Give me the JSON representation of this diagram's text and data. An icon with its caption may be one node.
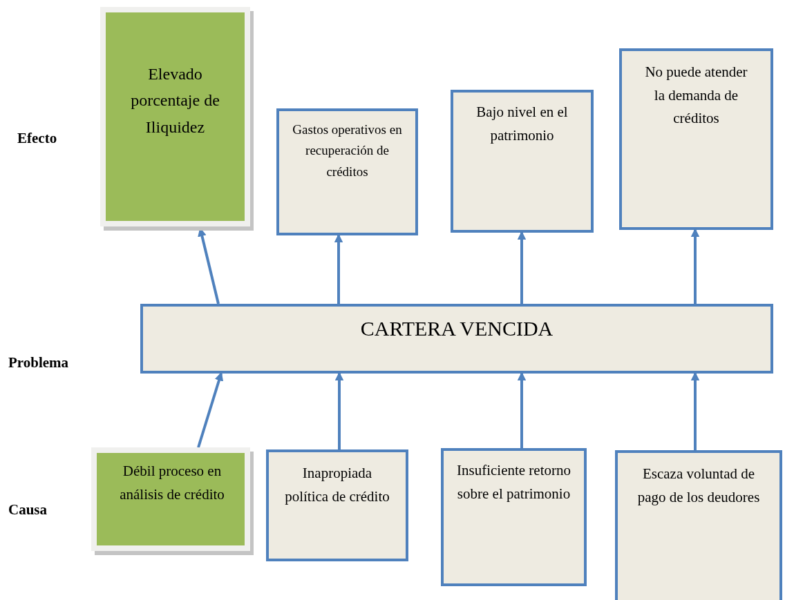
{
  "diagram": {
    "nodes": [
      {
        "text": [
          "Elevado porcentaje de Iliquidez"
        ]
      },
      {
        "text": [
          "Gastos operativos en recuperación de créditos"
        ]
      },
      {
        "text": [
          "Bajo nivel en el patrimonio"
        ]
      },
      {
        "text": [
          "No puede atender la demanda de créditos"
        ]
      },
      {
        "text": [
          "CARTERA VENCIDA"
        ]
      },
      {
        "text": [
          "Débil proceso en análisis de crédito"
        ]
      },
      {
        "text": [
          "Inapropiada política de crédito"
        ]
      },
      {
        "text": [
          "Insuficiente retorno sobre el patrimonio"
        ]
      },
      {
        "text": [
          "Escaza voluntad de pago de los deudores"
        ]
      }
    ],
    "edges": [
      {
        "from": 4,
        "to": 0,
        "arrow": "to"
      },
      {
        "from": 4,
        "to": 1,
        "arrow": "to"
      },
      {
        "from": 4,
        "to": 2,
        "arrow": "to"
      },
      {
        "from": 4,
        "to": 3,
        "arrow": "to"
      },
      {
        "from": 5,
        "to": 4,
        "arrow": "to"
      },
      {
        "from": 6,
        "to": 4,
        "arrow": "to"
      },
      {
        "from": 7,
        "to": 4,
        "arrow": "to"
      },
      {
        "from": 8,
        "to": 4,
        "arrow": "to"
      }
    ],
    "labels": [
      "Efecto",
      "Problema",
      "Causa"
    ]
  }
}
